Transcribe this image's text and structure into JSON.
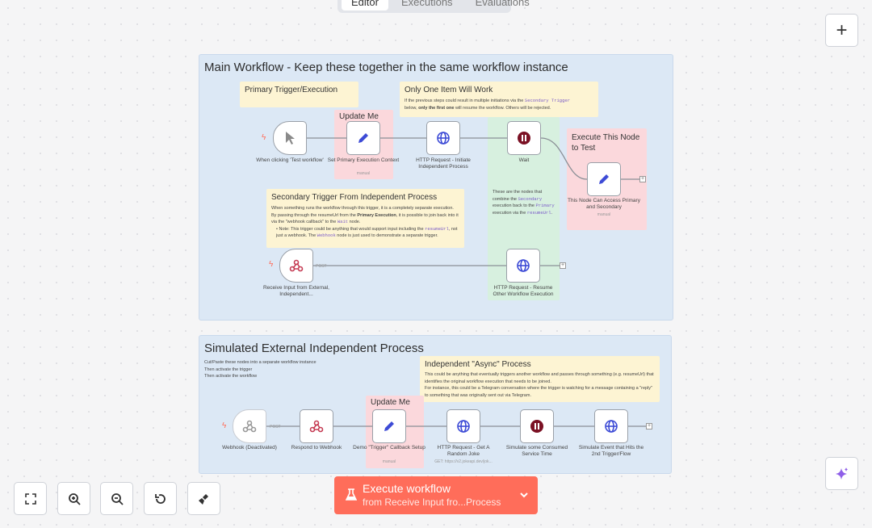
{
  "tabs": [
    "Editor",
    "Executions",
    "Evaluations"
  ],
  "main_sticky": {
    "title": "Main Workflow - Keep these together in the same workflow instance"
  },
  "notes": {
    "primary": "Primary Trigger/Execution",
    "only_one": {
      "title": "Only One Item Will Work",
      "line1a": "If the previous steps could result in multiple initiations via the ",
      "line1code": "Secondary Trigger",
      "line2a": "below, ",
      "line2b": "only the first one",
      "line2c": " will resume the workflow. Others will be rejected."
    },
    "update_me": "Update Me",
    "execute_this": "Execute This Node to Test",
    "green": {
      "a": "These are the nodes that combine the ",
      "b": "Secondary",
      "c": " execution back to the ",
      "d": "Primary",
      "e": " execution via the ",
      "f": "resumeUrl",
      "g": "."
    },
    "secondary": {
      "title": "Secondary Trigger From Independent Process",
      "p1a": "When something runs the workflow through this trigger, it is a completely separate execution. By passing through the resumeUrl from the ",
      "p1b": "Primary Execution",
      "p1c": ", it is possible to join back into it via the \"webhook callback\" to the ",
      "p1code": "Wait",
      "p1d": " node.",
      "b1a": "Note: This trigger could be anything that would support input including the ",
      "b1code": "resumeUrl",
      "b1b": ", not just a webhook. The ",
      "b1code2": "Webhook",
      "b1c": " node is just used to demonstrate a separate trigger."
    }
  },
  "main_nodes": [
    {
      "label": "When clicking 'Test workflow'",
      "icon": "cursor-icon"
    },
    {
      "label": "Set Primary Execution Context",
      "sub": "manual",
      "icon": "pencil-icon"
    },
    {
      "label": "HTTP Request - Initiate Independent Process",
      "icon": "globe-icon"
    },
    {
      "label": "Wait",
      "icon": "pause-icon"
    },
    {
      "label": "This Node Can Access Primary and Secondary",
      "sub": "manual",
      "icon": "pencil-icon"
    },
    {
      "label": "Receive Input from External, Independent...",
      "icon": "webhook-icon",
      "edge": "POST"
    },
    {
      "label": "HTTP Request - Resume Other Workflow Execution",
      "icon": "globe-icon"
    }
  ],
  "sim_sticky": {
    "title": "Simulated External Independent Process",
    "lines": [
      "Cut/Paste these nodes into a separate workflow instance",
      "Then activate the trigger",
      "Then activate the workflow"
    ]
  },
  "async_note": {
    "title": "Independent \"Async\" Process",
    "p1": "This could be anything that eventually triggers another workflow and passes through something (e.g. resumeUrl) that identifies the original workflow execution that needs to be joined.",
    "p2": "For instance, this could be a Telegram conversation where the trigger is watching for a message containing a \"reply\" to something that was originally sent out via Telegram."
  },
  "sim_nodes": [
    {
      "label": "Webhook (Deactivated)",
      "edge": "POST"
    },
    {
      "label": "Respond to Webhook"
    },
    {
      "label": "Demo \"Trigger\" Callback Setup",
      "sub": "manual"
    },
    {
      "label": "HTTP Request - Get A Random Joke",
      "sub": "GET: https://v2.jokeapi.dev/jok..."
    },
    {
      "label": "Simulate some Consumed Service Time"
    },
    {
      "label": "Simulate Event that Hits the 2nd Trigger/Flow"
    }
  ],
  "execute": {
    "label": "Execute workflow",
    "sub": "from Receive Input fro...Process"
  },
  "colors": {
    "accent": "#ff6d5a",
    "http": "#3d4bd6",
    "wait": "#7b1124",
    "webhook": "#c53b53"
  }
}
